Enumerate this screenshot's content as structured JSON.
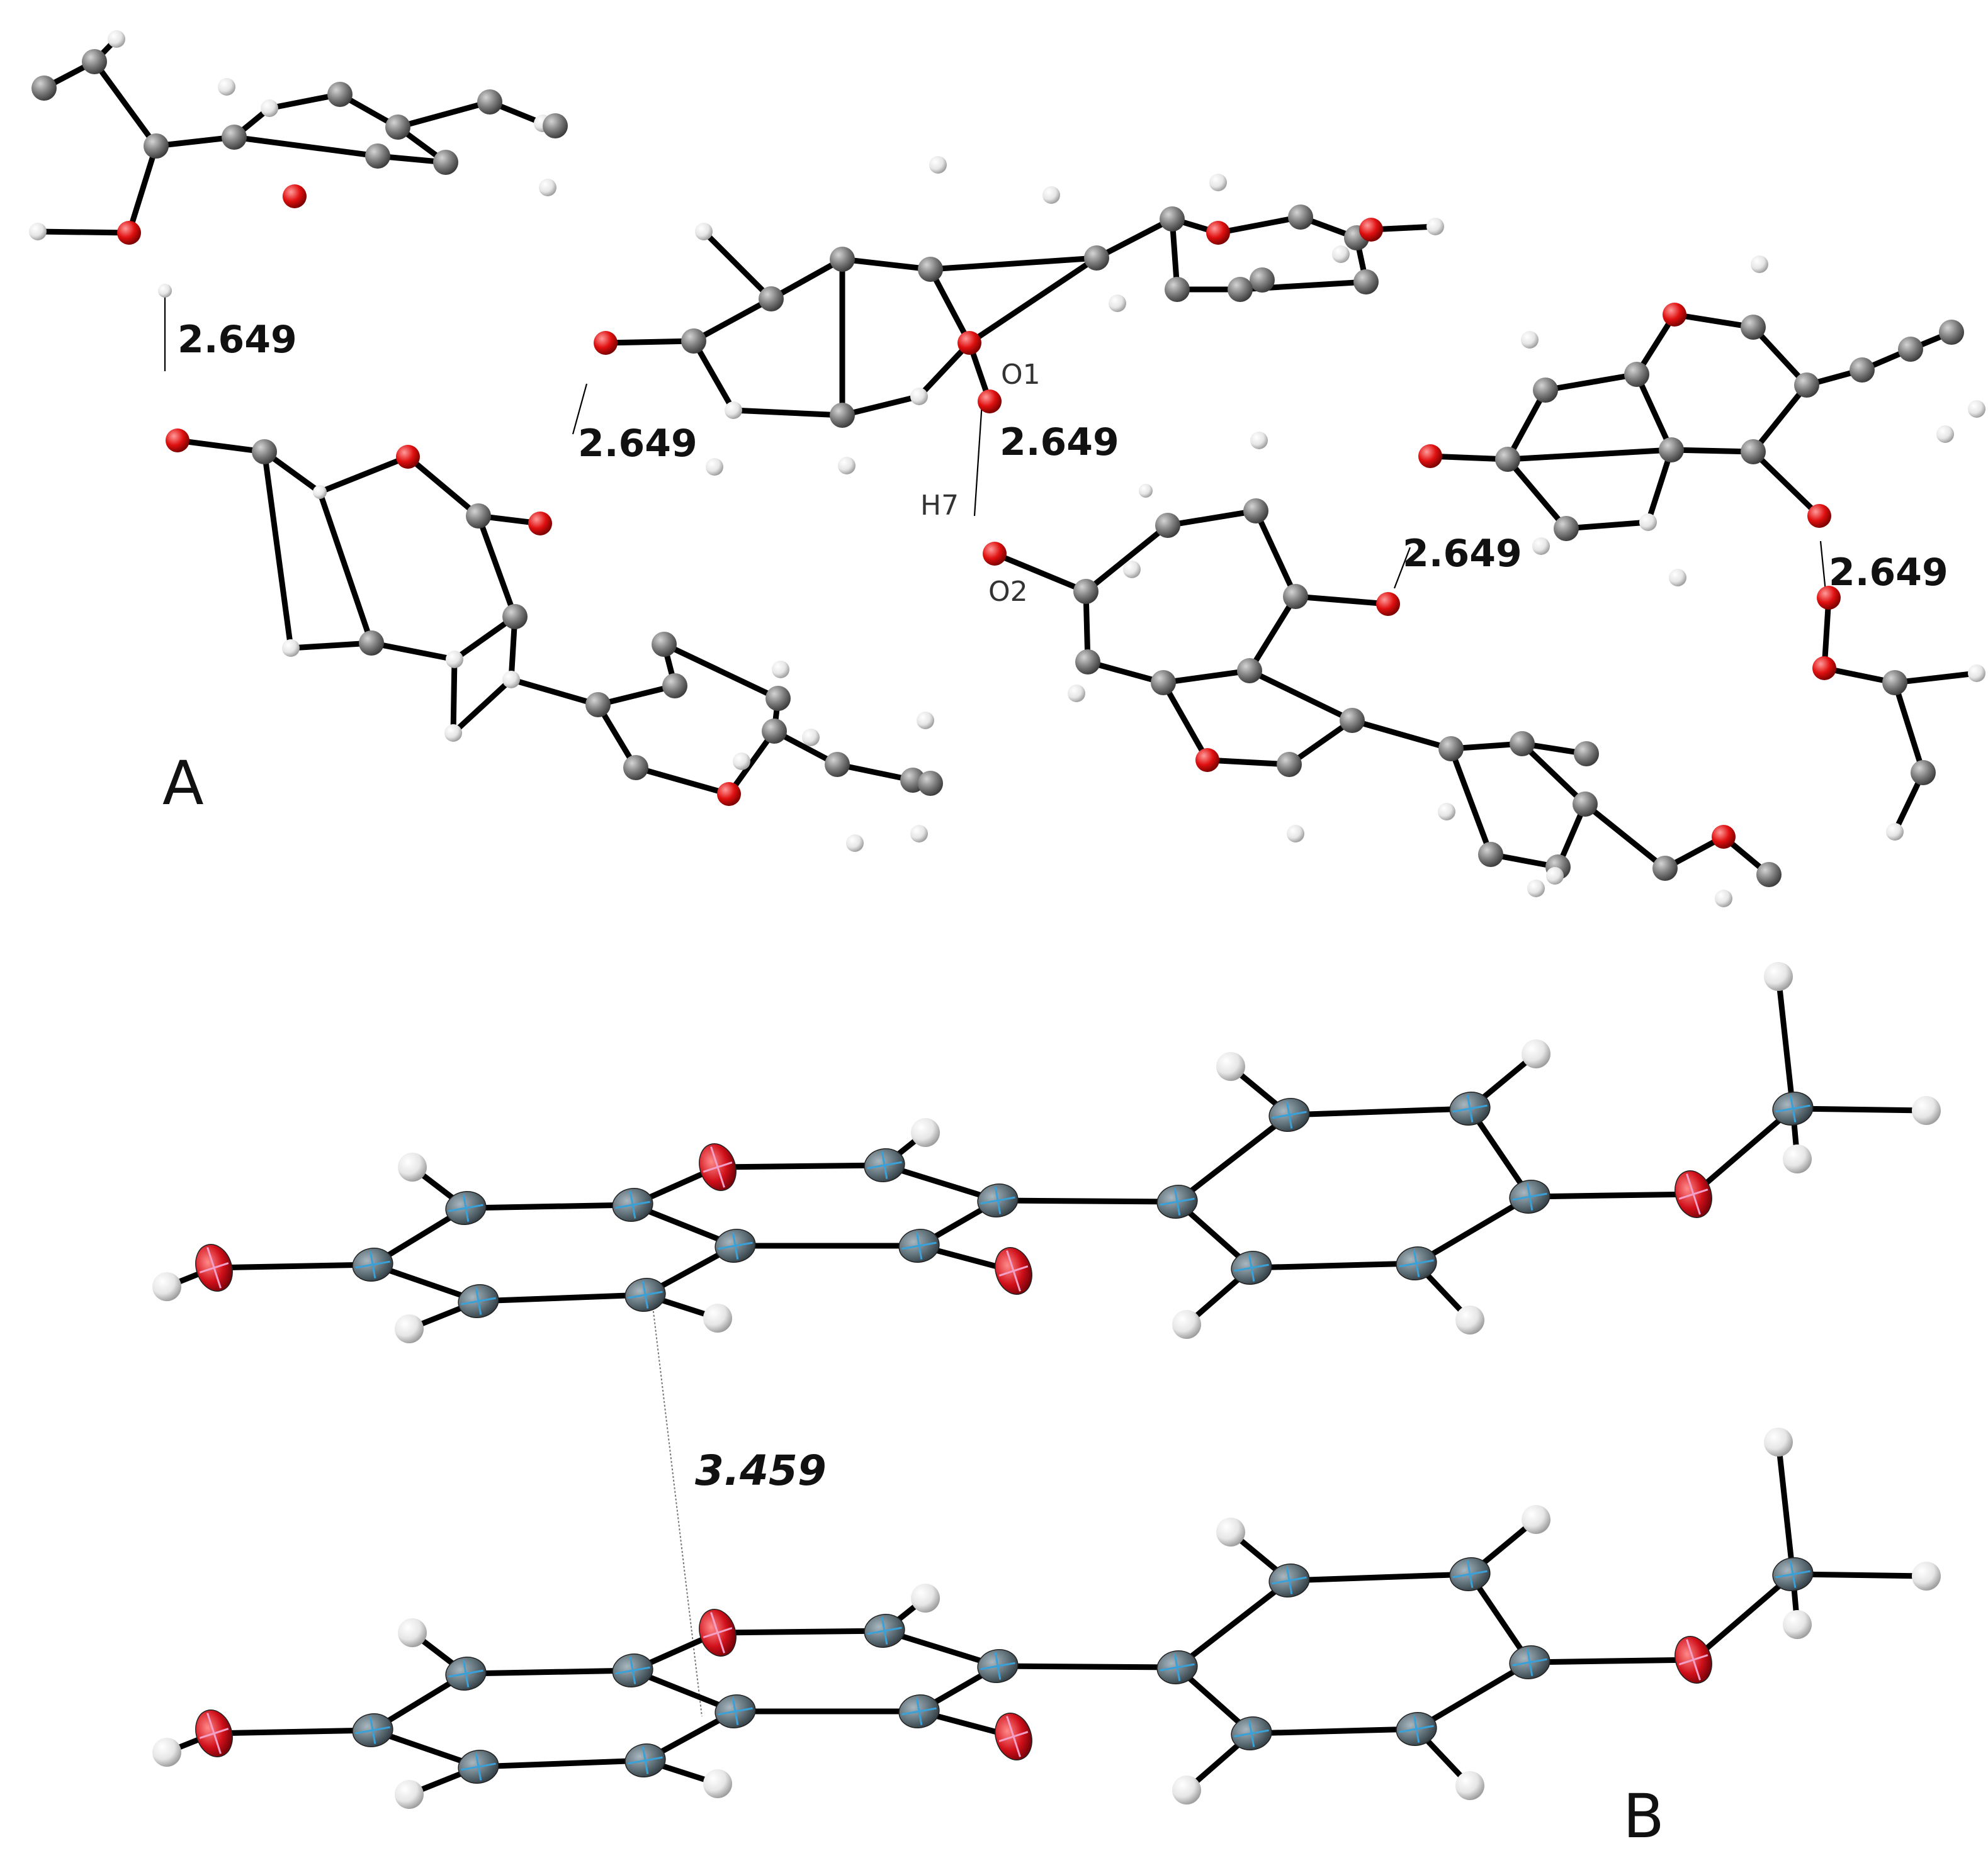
{
  "colors": {
    "carbon_ball": "#7d7d7d",
    "oxygen_ball": "#e01010",
    "hydrogen_ball": "#e6e6e6",
    "carbon_ellipsoid": "#5f6f77",
    "ellipsoid_axes": "#3aa0d8",
    "oxygen_ellipsoid": "#d0101a",
    "bond": "#000000"
  },
  "panel_a": {
    "label": "A",
    "hbond_distance": "2.649",
    "atom_labels": {
      "o1": "O1",
      "h7": "H7",
      "o2": "O2"
    }
  },
  "panel_b": {
    "label": "B",
    "stacking_distance": "3.459"
  }
}
